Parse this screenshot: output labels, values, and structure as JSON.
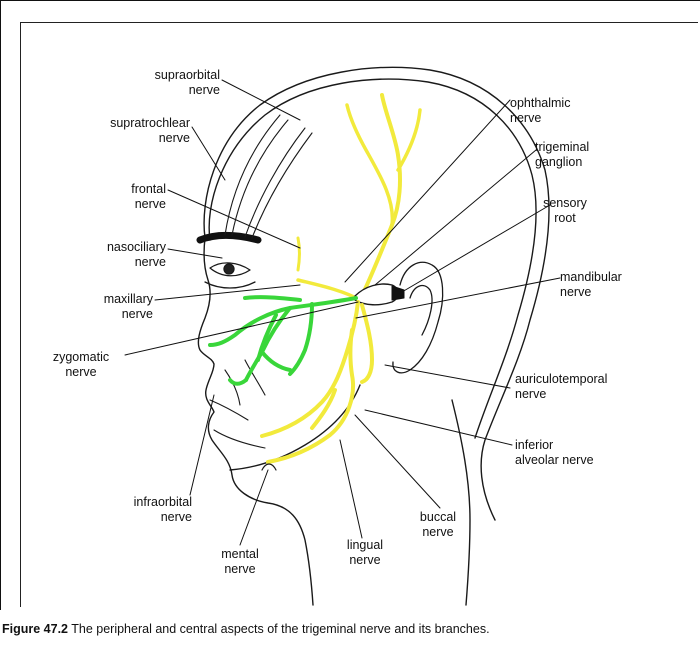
{
  "labels": {
    "supraorbital": "supraorbital\nnerve",
    "supratrochlear": "supratrochlear\nnerve",
    "frontal": "frontal\nnerve",
    "nasociliary": "nasociliary\nnerve",
    "maxillary": "maxillary\nnerve",
    "zygomatic": "zygomatic\nnerve",
    "infraorbital": "infraorbital\nnerve",
    "mental": "mental\nnerve",
    "lingual": "lingual\nnerve",
    "buccal": "buccal\nnerve",
    "ophthalmic": "ophthalmic\nnerve",
    "trigeminal_ganglion": "trigeminal\nganglion",
    "sensory_root": "sensory\nroot",
    "mandibular": "mandibular\nnerve",
    "auriculotemporal": "auriculotemporal\nnerve",
    "inferior_alveolar": "inferior\nalveolar nerve"
  },
  "caption": {
    "figure_number": "Figure 47.2",
    "text": "The peripheral and central aspects of the trigeminal nerve and its branches."
  },
  "colors": {
    "ophthalmic_division": "#f2ea3c",
    "maxillary_division": "#39d63a",
    "mandibular_division": "#f2ea3c",
    "outline": "#1a1a1a"
  }
}
